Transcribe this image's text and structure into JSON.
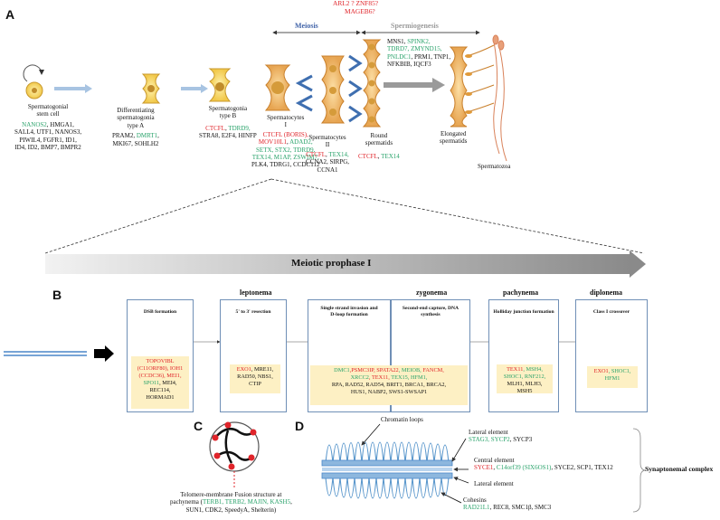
{
  "panels": {
    "a": "A",
    "b": "B",
    "c": "C",
    "d": "D"
  },
  "top_red": {
    "l1": "ARL2 ? ZNF85?",
    "l2": "MAGEB6?"
  },
  "meiosis": "Meiosis",
  "spermiogenesis": "Spermiogenesis",
  "spermiogenesis_genes": {
    "l1a": "MNS1, ",
    "l1b": "SPINK2,",
    "l2a": "TDRD7, ",
    "l2b": "ZMYND15,",
    "l3a": "PNLDC1",
    "l3b": ", PRM1, TNP1,",
    "l4": "NFKBIB, IQCF3"
  },
  "cells": {
    "ssc": {
      "name1": "Spermatogonial",
      "name2": "stem cell",
      "g1g": "NANOS2",
      "g1k": ", HMGA1,",
      "g2": "SALL4, UTF1, NANOS3,",
      "g3": "PIWIL4, FGFR1, ID1,",
      "g4": "ID4, ID2, BMP7, BMPR2"
    },
    "diff": {
      "name1": "Differentiating",
      "name2": "spermatogonia",
      "name3": "type A",
      "g1a": "PRAM2, ",
      "g1b": "DMRT1",
      ",": ",",
      "g2": "MKI67, SOHLH2"
    },
    "spgb": {
      "name1": "Spermatogonia",
      "name2": "type B",
      "g1r": "CTCFL",
      "g1sep": ", ",
      "g1g": "TDRD9,",
      "g2": "STRA8, E2F4, HINFP"
    },
    "sc1": {
      "name1": "Spermatocytes",
      "name2": "I",
      "g1": "CTCFL (BORIS),",
      "g2r": "MOV10L1",
      "g2sep": ", ",
      "g2g": "ADAD2,",
      "g3": "SETX, STX2, TDRD9,",
      "g4": "TEX14, M1AP, ZSWIM7,",
      "g5": "PLK4, TDRG1, CCDC112"
    },
    "sc2": {
      "name1": "Spermatocytes",
      "name2": "II",
      "g1r": "CTCFL",
      "g1sep": ", ",
      "g1g": "TEX14,",
      "g2": "CCNA2, SIRPG,",
      "g3": "CCNA1"
    },
    "rs": {
      "name1": "Round",
      "name2": "spermatids",
      "g1r": "CTCFL",
      "g1sep": ", ",
      "g1g": "TEX14"
    },
    "es": {
      "name1": "Elongated",
      "name2": "spermatids"
    },
    "sz": {
      "name": "Spermatozoa"
    }
  },
  "prophase_label": "Meiotic prophase I",
  "stages": [
    "leptonema",
    "zygonema",
    "pachynema",
    "diplonema"
  ],
  "boxes": [
    {
      "title": "DSB formation",
      "lines": [
        {
          "c": "r",
          "t": "TOPOVIBL"
        },
        {
          "c": "r",
          "t": "(C11ORF80), IOH1"
        },
        {
          "c": "r",
          "t": "(CCDC36), MEI1,"
        },
        {
          "c": "g",
          "t": "SPO11",
          "k": ", MEI4,"
        },
        {
          "c": "k",
          "t": "REC114,"
        },
        {
          "c": "k",
          "t": "HORMAD1"
        }
      ]
    },
    {
      "title": "5' to 3' resection",
      "lines": [
        {
          "c": "r",
          "t": "EXO1",
          "k": ", MRE11,"
        },
        {
          "c": "k",
          "t": "RAD50, NBS1,"
        },
        {
          "c": "k",
          "t": "CTIP"
        }
      ]
    },
    {
      "title1": "Single strand invasion and",
      "title2": "D-loop formation",
      "lines": [
        {
          "c": "g",
          "t": "DMC1",
          "r": ",PSMC3IP, SPATA22",
          "g2": ", MEIOB, ",
          "r2": "FANCM,"
        },
        {
          "c": "g",
          "t": "XRCC2",
          "r": ", TEX11, ",
          "g2": "TEX15, HFM1,"
        },
        {
          "c": "k",
          "t": "RPA, RAD52, RAD54, BRIT1, BRCA1, BRCA2,"
        },
        {
          "c": "k",
          "t": "HUS1, NABP2, SWS1-SWSAP1"
        }
      ]
    },
    {
      "title1": "Second-end capture, DNA",
      "title2": "synthesis",
      "lines": []
    },
    {
      "title": "Holliday junction formation",
      "lines": [
        {
          "c": "r",
          "t": "TEX11",
          "g": ", MSH4,"
        },
        {
          "c": "g",
          "t": "SHOC1, RNF212,"
        },
        {
          "c": "k",
          "t": "MLH1, MLH3, MSH5"
        }
      ]
    },
    {
      "title": "Class I crossover",
      "lines": [
        {
          "c": "r",
          "t": "EXO1",
          "g": ", SHOC1,"
        },
        {
          "c": "g",
          "t": "HFM1"
        }
      ]
    }
  ],
  "c_panel": {
    "l1": "Telomere-membrane Fusion structure at",
    "l2a": "pachynema (",
    "l2b": "TERB1, TERB2, MAJIN, KASH5",
    "l2c": ",",
    "l3": "SUN1, CDK2, SpeedyA, Shelterin)"
  },
  "d_panel": {
    "chromatin": "Chromatin loops",
    "lateral1": "Lateral element",
    "lateral1_genes_g": "STAG3, SYCP2",
    "lateral1_genes_k": ", SYCP3",
    "central": "Central element",
    "central_r": "SYCE1",
    "central_sep": ", ",
    "central_g": "C14orf39 (SIX6OS1)",
    "central_k": ", SYCE2, SCP1, TEX12",
    "lateral2": "Lateral element",
    "cohesins": "Cohesins",
    "cohesins_g": "RAD21L1",
    "cohesins_k": ", REC8, SMC1β, SMC3",
    "sc_label": "Synaptonemal complex"
  },
  "colors": {
    "green": "#2aa36b",
    "red": "#e0242a",
    "box_border": "#6f8fb6",
    "yellow": "#fdf0c4",
    "dna_blue": "#4a86c8"
  }
}
